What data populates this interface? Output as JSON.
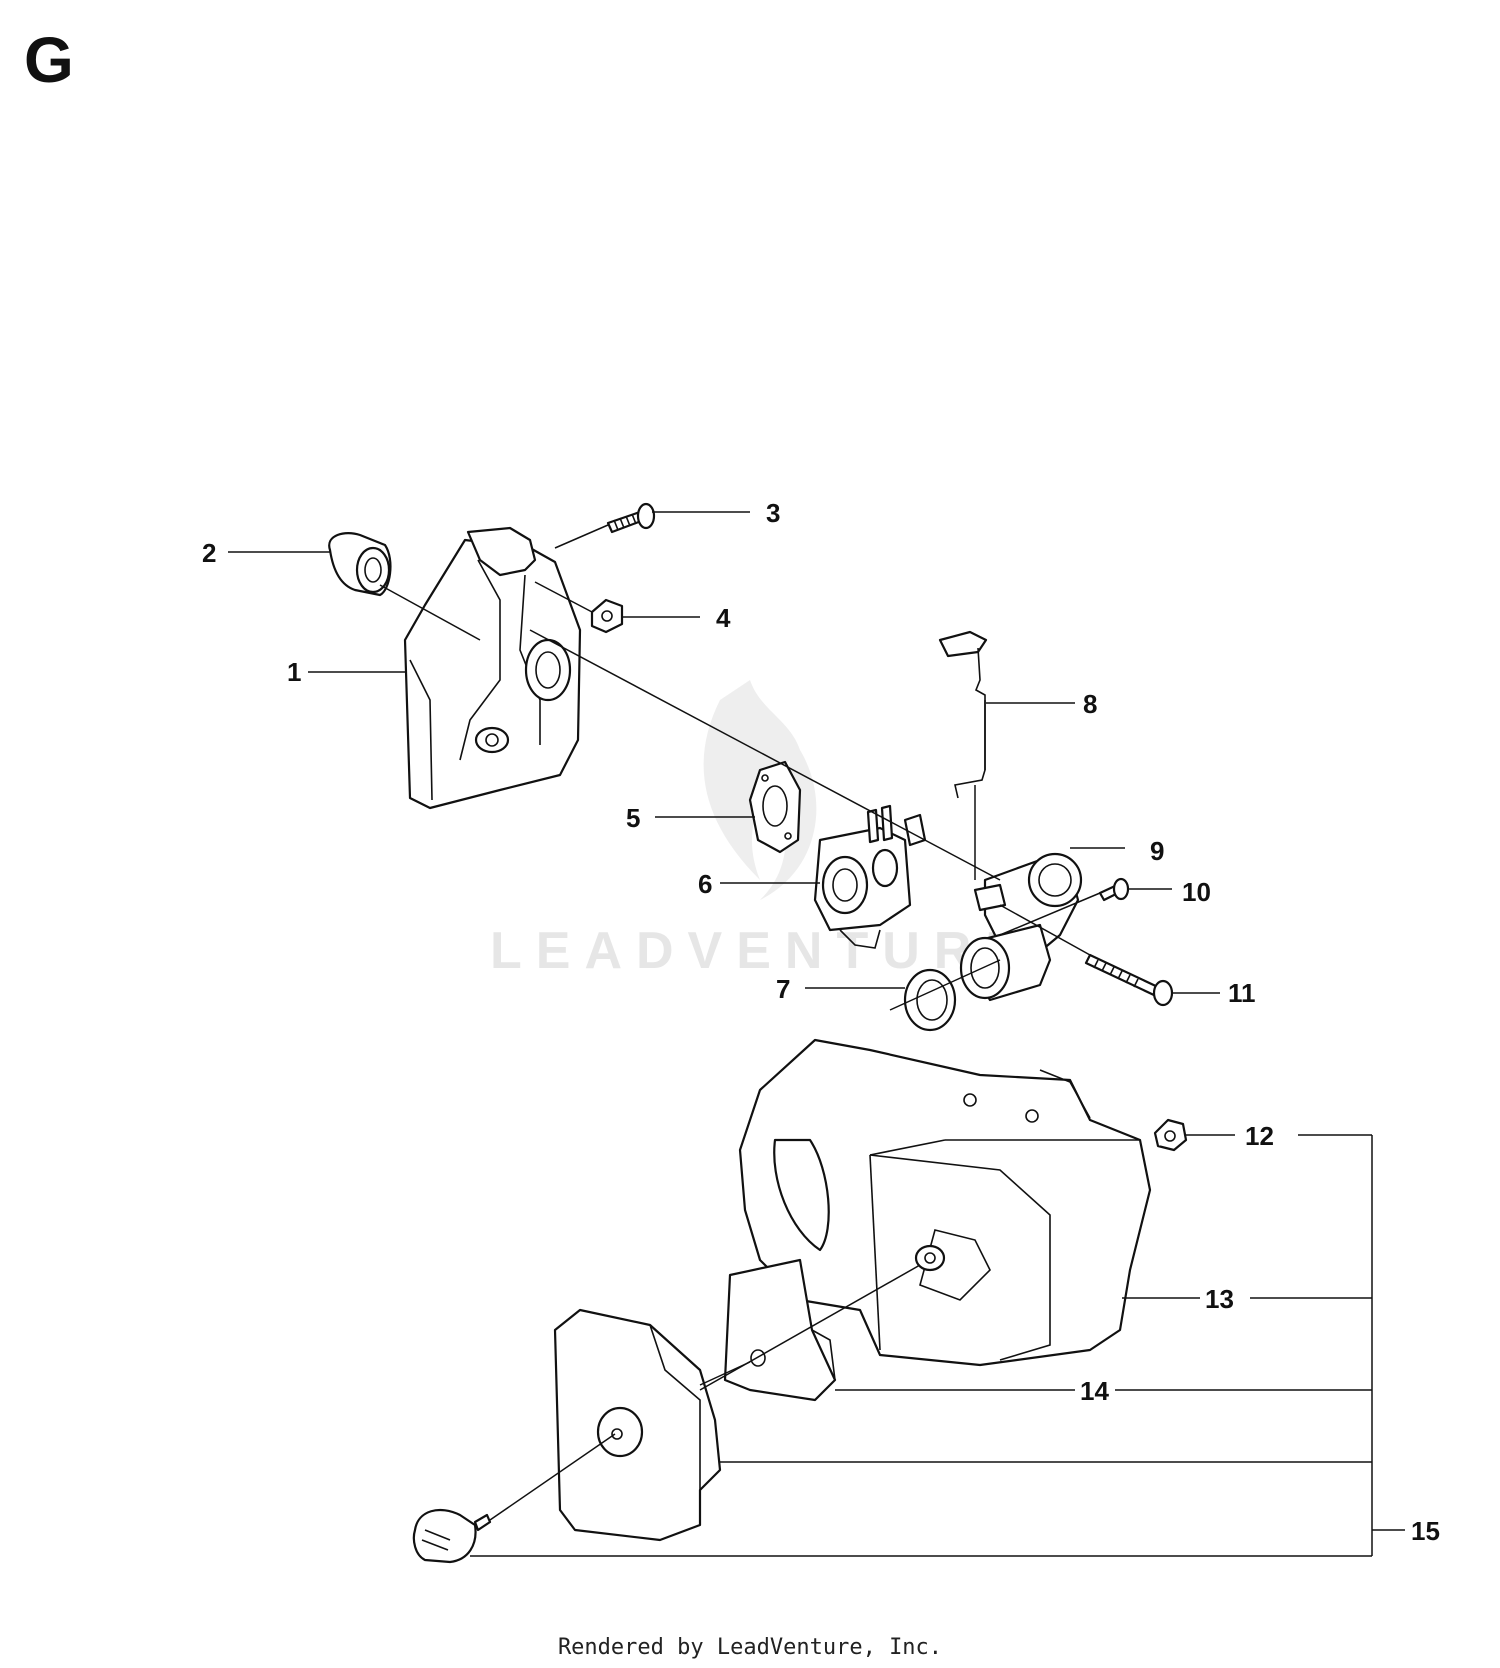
{
  "section": "G",
  "watermark": "LEADVENTURE",
  "footer": "Rendered by LeadVenture, Inc.",
  "callouts": [
    {
      "id": "1",
      "label": "1"
    },
    {
      "id": "2",
      "label": "2"
    },
    {
      "id": "3",
      "label": "3"
    },
    {
      "id": "4",
      "label": "4"
    },
    {
      "id": "5",
      "label": "5"
    },
    {
      "id": "6",
      "label": "6"
    },
    {
      "id": "7",
      "label": "7"
    },
    {
      "id": "8",
      "label": "8"
    },
    {
      "id": "9",
      "label": "9"
    },
    {
      "id": "10",
      "label": "10"
    },
    {
      "id": "11",
      "label": "11"
    },
    {
      "id": "12",
      "label": "12"
    },
    {
      "id": "13",
      "label": "13"
    },
    {
      "id": "14",
      "label": "14"
    },
    {
      "id": "15",
      "label": "15"
    }
  ]
}
